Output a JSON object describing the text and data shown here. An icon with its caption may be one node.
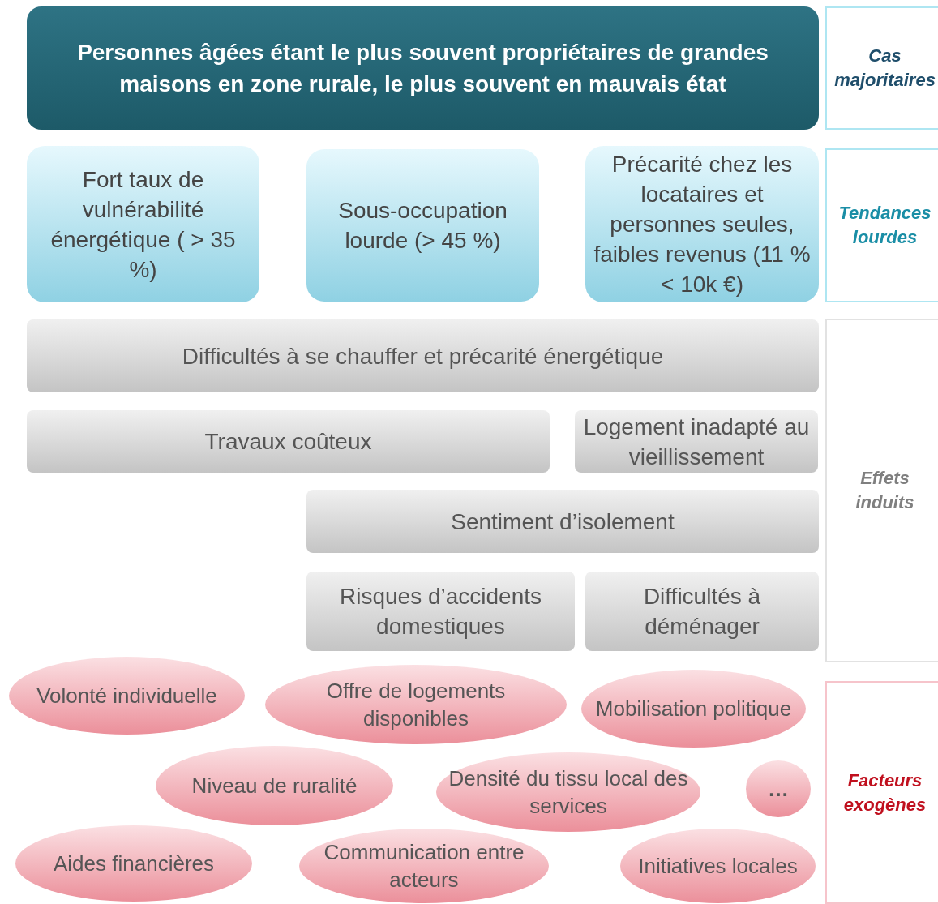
{
  "diagram": {
    "nodes": [
      {
        "text": [
          "Personnes âgées étant le plus souvent propriétaires de grandes maisons en zone rurale, le plus souvent en mauvais état"
        ]
      },
      {
        "text": [
          "Fort taux de vulnérabilité énergétique ( > 35 %)"
        ]
      },
      {
        "text": [
          "Sous-occupation lourde (> 45 %)"
        ]
      },
      {
        "text": [
          "Précarité chez les locataires et personnes seules, faibles revenus (11 % < 10k €)"
        ]
      },
      {
        "text": [
          "Difficultés à se chauffer et précarité énergétique"
        ]
      },
      {
        "text": [
          "Travaux coûteux"
        ]
      },
      {
        "text": [
          "Logement inadapté au vieillissement"
        ]
      },
      {
        "text": [
          "Sentiment d’isolement"
        ]
      },
      {
        "text": [
          "Risques d’accidents domestiques"
        ]
      },
      {
        "text": [
          "Difficultés à déménager"
        ]
      },
      {
        "text": [
          "Volonté individuelle"
        ]
      },
      {
        "text": [
          "Offre de logements disponibles"
        ]
      },
      {
        "text": [
          "Mobilisation politique"
        ]
      },
      {
        "text": [
          "Niveau de ruralité"
        ]
      },
      {
        "text": [
          "Densité du tissu local des services"
        ]
      },
      {
        "text": [
          "…"
        ]
      },
      {
        "text": [
          "Aides financières"
        ]
      },
      {
        "text": [
          "Communication entre acteurs"
        ]
      },
      {
        "text": [
          "Initiatives locales"
        ]
      },
      {
        "text": [
          "Cas majoritaires"
        ]
      },
      {
        "text": [
          "Tendances lourdes"
        ]
      },
      {
        "text": [
          "Effets induits"
        ]
      },
      {
        "text": [
          "Facteurs exogènes"
        ]
      }
    ],
    "edges": []
  }
}
